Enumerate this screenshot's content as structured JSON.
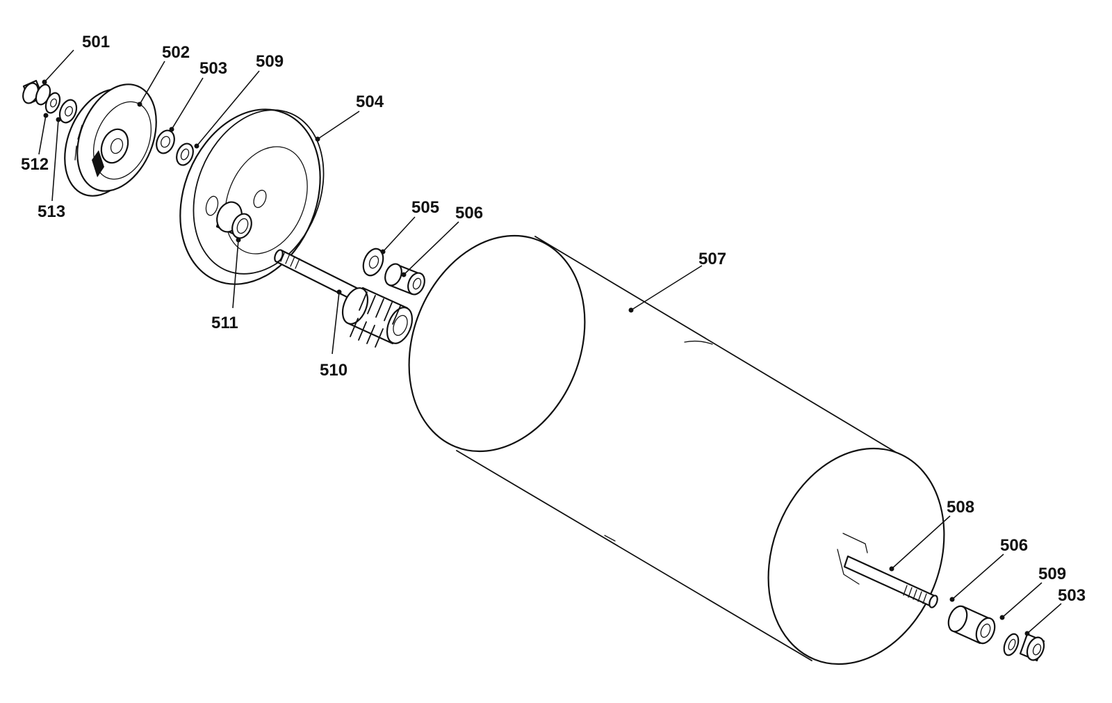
{
  "callouts": {
    "p501": "501",
    "p502": "502",
    "p503a": "503",
    "p509a": "509",
    "p504": "504",
    "p512": "512",
    "p513": "513",
    "p505": "505",
    "p506a": "506",
    "p507": "507",
    "p511": "511",
    "p510": "510",
    "p508": "508",
    "p506b": "506",
    "p509b": "509",
    "p503b": "503"
  }
}
